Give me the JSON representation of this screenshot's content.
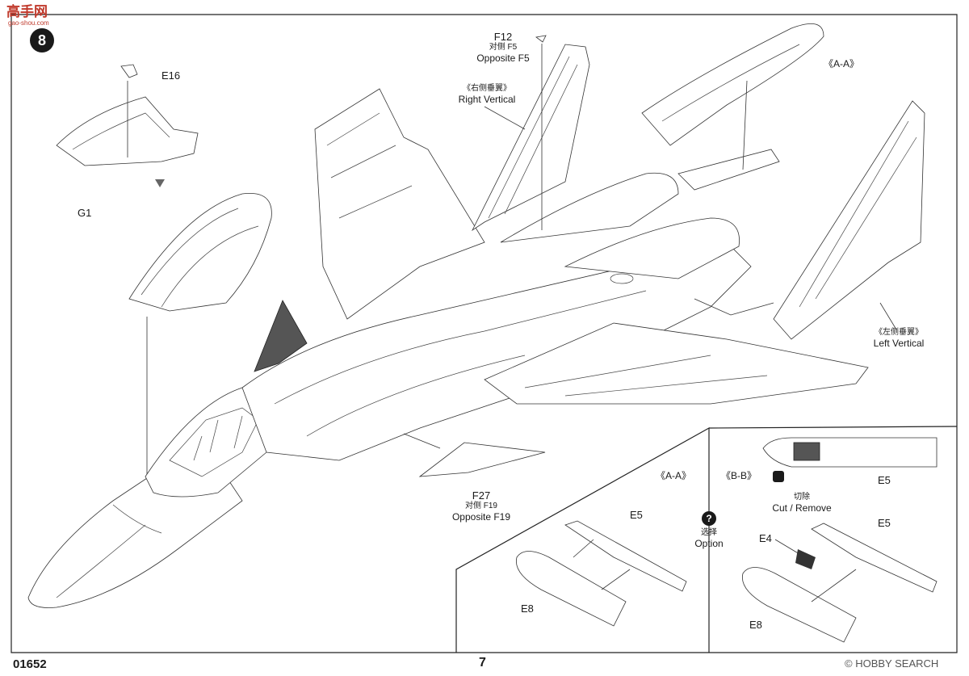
{
  "header": {
    "site_logo_text": "高手网",
    "site_logo_url": "gao-shou.com",
    "step_number": "8"
  },
  "callouts": {
    "e16": "E16",
    "g1": "G1",
    "f12": "F12",
    "f12_cn": "对侧 F5",
    "f12_en": "Opposite F5",
    "right_vertical_cn": "《右侧垂翼》",
    "right_vertical_en": "Right Vertical",
    "aa_top": "《A-A》",
    "left_vertical_cn": "《左侧垂翼》",
    "left_vertical_en": "Left Vertical",
    "f27": "F27",
    "f27_cn": "对侧 F19",
    "f27_en": "Opposite F19"
  },
  "inset_aa": {
    "title": "《A-A》",
    "e5": "E5",
    "e8": "E8"
  },
  "inset_bb": {
    "title": "《B-B》",
    "e5_top": "E5",
    "cut_cn": "切除",
    "cut_en": "Cut / Remove",
    "option_cn": "选择",
    "option_en": "Option",
    "option_icon": "?",
    "e4": "E4",
    "e5": "E5",
    "e8": "E8"
  },
  "footer": {
    "product_code": "01652",
    "page_number": "7",
    "watermark": "HOBBY SEARCH",
    "watermark_mark": "©"
  }
}
